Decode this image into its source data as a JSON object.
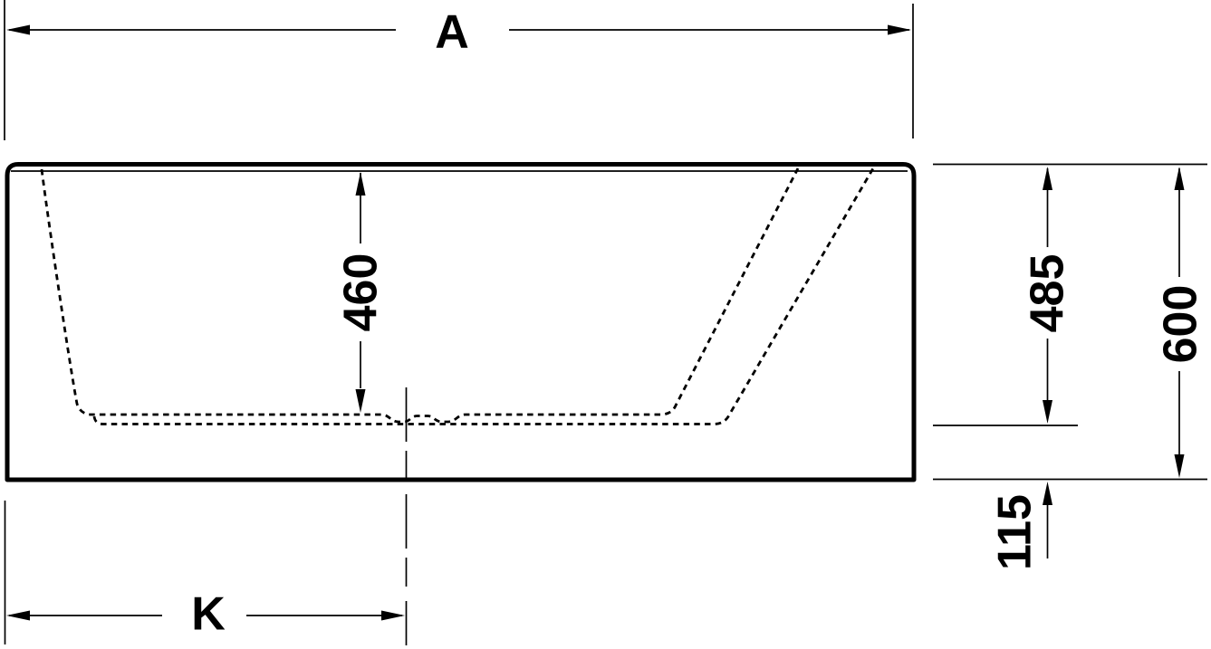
{
  "drawing": {
    "colors": {
      "line": "#000000",
      "background": "#ffffff"
    },
    "dimensions": {
      "overall_length": "A",
      "inner_depth": "460",
      "rim_to_base_ledge": "485",
      "overall_height": "600",
      "base_ledge_height": "115",
      "drain_center_offset": "K"
    }
  }
}
